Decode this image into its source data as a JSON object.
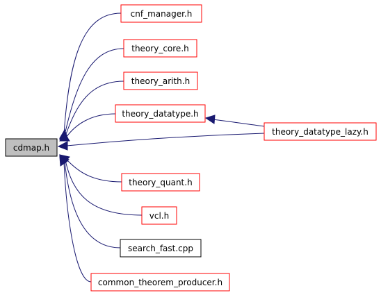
{
  "nodes": {
    "cdmap": {
      "label": "cdmap.h",
      "fill": "#bfbfbf",
      "border": "#000000",
      "highlighted": true
    },
    "cnf": {
      "label": "cnf_manager.h",
      "fill": "#ffffff",
      "border": "#ff0000"
    },
    "core": {
      "label": "theory_core.h",
      "fill": "#ffffff",
      "border": "#ff0000"
    },
    "arith": {
      "label": "theory_arith.h",
      "fill": "#ffffff",
      "border": "#ff0000"
    },
    "dtype": {
      "label": "theory_datatype.h",
      "fill": "#ffffff",
      "border": "#ff0000"
    },
    "lazy": {
      "label": "theory_datatype_lazy.h",
      "fill": "#ffffff",
      "border": "#ff0000"
    },
    "quant": {
      "label": "theory_quant.h",
      "fill": "#ffffff",
      "border": "#ff0000"
    },
    "vcl": {
      "label": "vcl.h",
      "fill": "#ffffff",
      "border": "#ff0000"
    },
    "search": {
      "label": "search_fast.cpp",
      "fill": "#ffffff",
      "border": "#000000"
    },
    "common": {
      "label": "common_theorem_producer.h",
      "fill": "#ffffff",
      "border": "#ff0000"
    }
  },
  "edges": [
    {
      "from": "cnf",
      "to": "cdmap"
    },
    {
      "from": "core",
      "to": "cdmap"
    },
    {
      "from": "arith",
      "to": "cdmap"
    },
    {
      "from": "dtype",
      "to": "cdmap"
    },
    {
      "from": "lazy",
      "to": "cdmap"
    },
    {
      "from": "lazy",
      "to": "dtype"
    },
    {
      "from": "quant",
      "to": "cdmap"
    },
    {
      "from": "vcl",
      "to": "cdmap"
    },
    {
      "from": "search",
      "to": "cdmap"
    },
    {
      "from": "common",
      "to": "cdmap"
    }
  ],
  "colors": {
    "edge": "#191970",
    "highlight_fill": "#bfbfbf",
    "link_border": "#ff0000",
    "plain_border": "#000000"
  }
}
